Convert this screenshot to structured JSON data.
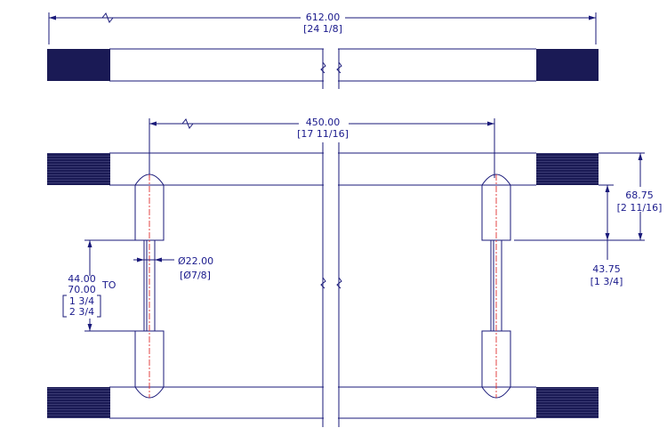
{
  "dimensions": {
    "overall_length": {
      "metric": "612.00",
      "imperial": "[24 1/8]"
    },
    "center_spacing": {
      "metric": "450.00",
      "imperial": "[17 11/16]"
    },
    "standoff_height": {
      "metric": "68.75",
      "imperial": "[2 11/16]"
    },
    "standoff_offset": {
      "metric": "43.75",
      "imperial": "[1 3/4]"
    },
    "post_diameter": {
      "metric": "Ø22.00",
      "imperial": "[Ø7/8]"
    },
    "clearance_range": {
      "min_metric": "44.00",
      "max_metric": "70.00",
      "to_label": "TO",
      "min_imperial": "1 3/4",
      "max_imperial": "2 3/4"
    }
  },
  "colors": {
    "outline": "#1a1a7a",
    "knurl": "#1a1a55",
    "dimension_text": "#1a1a8c",
    "centerline": "#e03030"
  }
}
